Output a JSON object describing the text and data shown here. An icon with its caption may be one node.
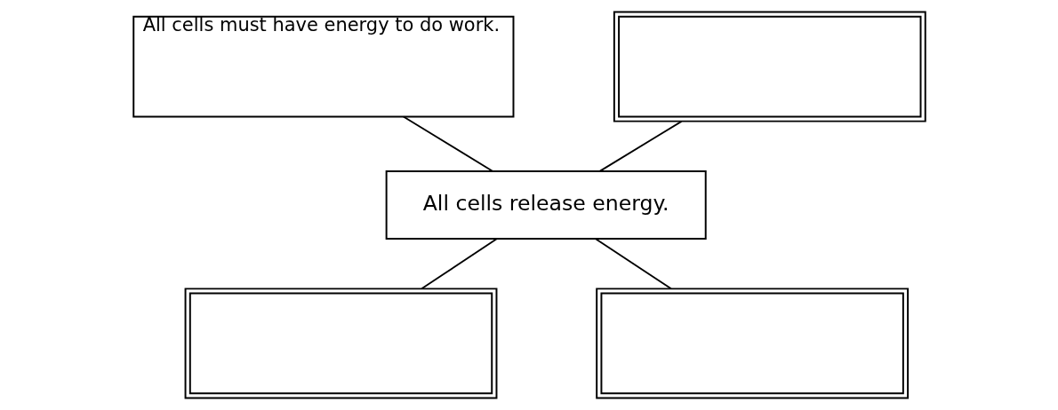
{
  "diagram": {
    "nodes": [
      {
        "text": [
          "All cells must have energy to do work."
        ]
      },
      {
        "text": [],
        "shape": "box"
      },
      {
        "text": [
          "All cells release energy."
        ]
      },
      {
        "text": [],
        "shape": "box"
      },
      {
        "text": [],
        "shape": "box"
      }
    ],
    "edges": [
      {
        "from": 0,
        "to": 2,
        "arrow": "none"
      },
      {
        "from": 1,
        "to": 2,
        "arrow": "none"
      },
      {
        "from": 2,
        "to": 3,
        "arrow": "none"
      },
      {
        "from": 2,
        "to": 4,
        "arrow": "none"
      }
    ]
  }
}
